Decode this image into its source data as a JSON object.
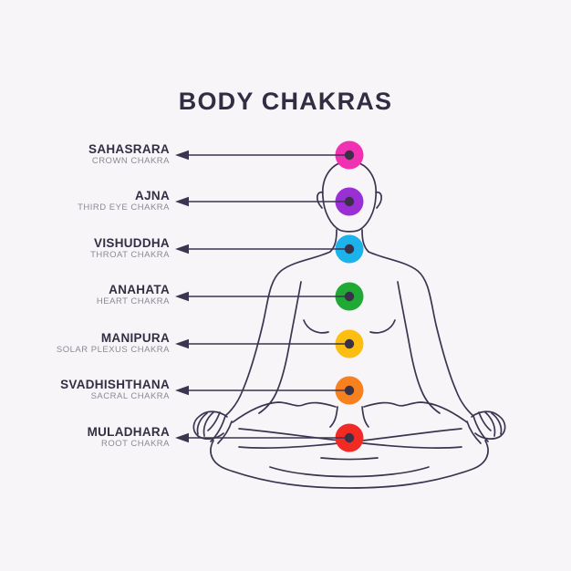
{
  "page": {
    "title": "BODY CHAKRAS",
    "background_color": "#f8f5f9",
    "title_color": "#322d42"
  },
  "figure": {
    "description": "meditating person in lotus pose, line art",
    "line_color": "#3b3550"
  },
  "dot": {
    "center_color": "#3a3048"
  },
  "text_colors": {
    "name": "#332e44",
    "subtitle": "#8b8894"
  },
  "chakras": [
    {
      "name": "SAHASRARA",
      "subtitle": "CROWN CHAKRA",
      "color": "#f032b2"
    },
    {
      "name": "AJNA",
      "subtitle": "THIRD EYE CHAKRA",
      "color": "#9b2fd6"
    },
    {
      "name": "VISHUDDHA",
      "subtitle": "THROAT CHAKRA",
      "color": "#1cb2ea"
    },
    {
      "name": "ANAHATA",
      "subtitle": "HEART CHAKRA",
      "color": "#20aa35"
    },
    {
      "name": "MANIPURA",
      "subtitle": "SOLAR PLEXUS CHAKRA",
      "color": "#fcbe10"
    },
    {
      "name": "SVADHISHTHANA",
      "subtitle": "SACRAL CHAKRA",
      "color": "#f8811f"
    },
    {
      "name": "MULADHARA",
      "subtitle": "ROOT CHAKRA",
      "color": "#f22a24"
    }
  ]
}
